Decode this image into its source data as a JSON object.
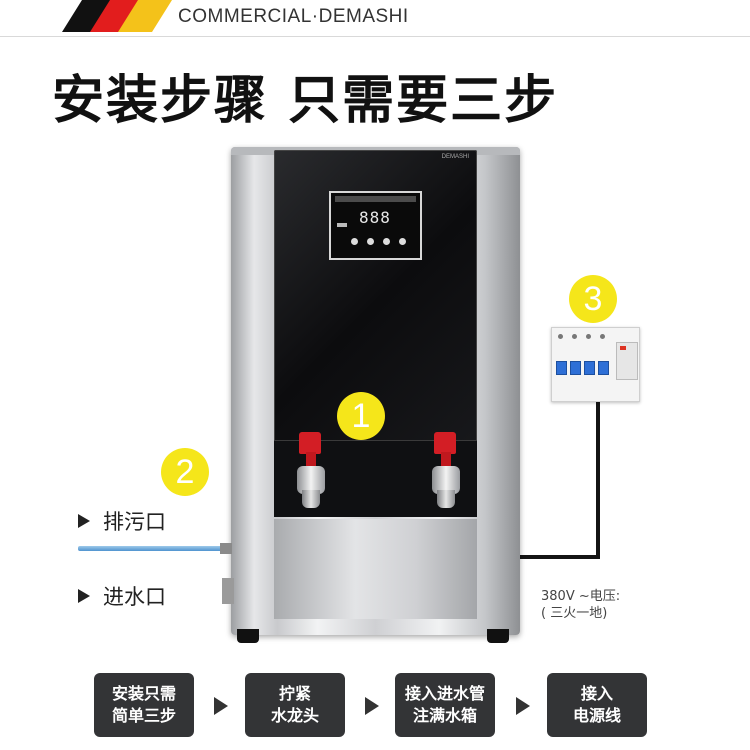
{
  "header": {
    "brand": "COMMERCIAL·DEMASHI"
  },
  "title": "安装步骤 只需要三步",
  "machine": {
    "panel_brand": "DEMASHI",
    "display_digits": "888"
  },
  "markers": {
    "one": "1",
    "two": "2",
    "three": "3"
  },
  "labels": {
    "drain": "排污口",
    "inlet": "进水口"
  },
  "power_note": {
    "line1": "380V ~电压:",
    "line2": "( 三火一地)"
  },
  "steps": [
    {
      "line1": "安装只需",
      "line2": "简单三步"
    },
    {
      "line1": "拧紧",
      "line2": "水龙头"
    },
    {
      "line1": "接入进水管",
      "line2": "注满水箱"
    },
    {
      "line1": "接入",
      "line2": "电源线"
    }
  ],
  "colors": {
    "marker": "#f5e61a",
    "step_bg": "#333436",
    "faucet": "#d31e25",
    "breaker_switch": "#2e6fd6"
  }
}
